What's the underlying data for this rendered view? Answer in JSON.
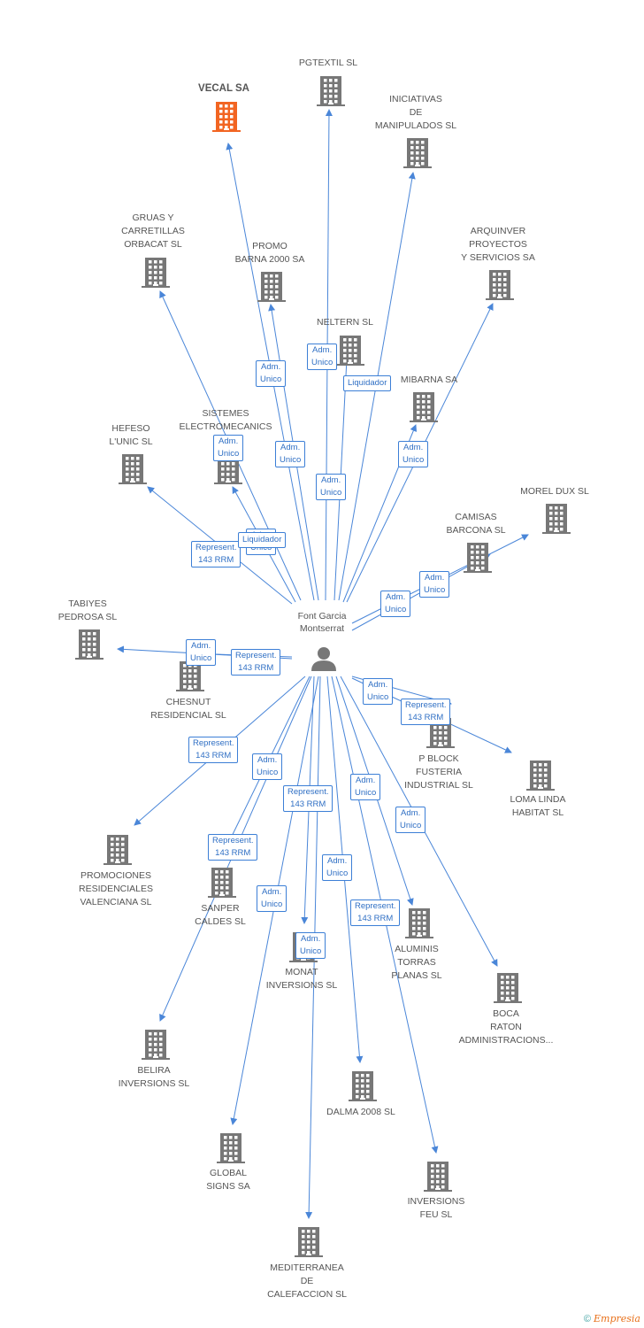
{
  "person": {
    "name": "Font Garcia\nMontserrat"
  },
  "colors": {
    "edge": "#4a86d8",
    "building": "#777777",
    "focus": "#f26522"
  },
  "companies": [
    {
      "id": "vecal",
      "label": "VECAL SA",
      "focus": true
    },
    {
      "id": "pgtextil",
      "label": "PGTEXTIL SL"
    },
    {
      "id": "iniciativas",
      "label": "INICIATIVAS\nDE\nMANIPULADOS SL"
    },
    {
      "id": "gruas",
      "label": "GRUAS Y\nCARRETILLAS\nORBACAT SL"
    },
    {
      "id": "promo",
      "label": "PROMO\nBARNA 2000 SA"
    },
    {
      "id": "arquinver",
      "label": "ARQUINVER\nPROYECTOS\nY SERVICIOS SA"
    },
    {
      "id": "neltern",
      "label": "NELTERN SL"
    },
    {
      "id": "mibarna",
      "label": "MIBARNA SA"
    },
    {
      "id": "sistemes",
      "label": "SISTEMES\nELECTROMECANICS"
    },
    {
      "id": "hefeso",
      "label": "HEFESO\nL'UNIC SL"
    },
    {
      "id": "moreldux",
      "label": "MOREL DUX SL"
    },
    {
      "id": "camisas",
      "label": "CAMISAS\nBARCONA SL"
    },
    {
      "id": "tabiyes",
      "label": "TABIYES\nPEDROSA SL"
    },
    {
      "id": "chesnut",
      "label": "CHESNUT\nRESIDENCIAL SL"
    },
    {
      "id": "pblock",
      "label": "P BLOCK\nFUSTERIA\nINDUSTRIAL SL"
    },
    {
      "id": "lomalinda",
      "label": "LOMA LINDA\nHABITAT SL"
    },
    {
      "id": "promociones",
      "label": "PROMOCIONES\nRESIDENCIALES\nVALENCIANA SL"
    },
    {
      "id": "sanper",
      "label": "SANPER\nCALDES SL"
    },
    {
      "id": "monat",
      "label": "MONAT\nINVERSIONS SL"
    },
    {
      "id": "aluminis",
      "label": "ALUMINIS\nTORRAS\nPLANAS SL"
    },
    {
      "id": "bocaraton",
      "label": "BOCA\nRATON\nADMINISTRACIONS..."
    },
    {
      "id": "belira",
      "label": "BELIRA\nINVERSIONS SL"
    },
    {
      "id": "dalma",
      "label": "DALMA 2008 SL"
    },
    {
      "id": "global",
      "label": "GLOBAL\nSIGNS SA"
    },
    {
      "id": "inversionsfeu",
      "label": "INVERSIONS\nFEU SL"
    },
    {
      "id": "mediterranea",
      "label": "MEDITERRANEA\nDE\nCALEFACCION SL"
    }
  ],
  "edge_labels": [
    {
      "to": "promo",
      "text": "Adm.\nUnico"
    },
    {
      "to": "neltern",
      "text": "Adm.\nUnico"
    },
    {
      "to": "neltern",
      "text": "Liquidador"
    },
    {
      "to": "sistemes",
      "text": "Adm.\nUnico"
    },
    {
      "to": "gruas",
      "text": "Adm.\nUnico"
    },
    {
      "to": "mibarna",
      "text": "Adm.\nUnico"
    },
    {
      "to": "pgtextil",
      "text": "Adm.\nUnico"
    },
    {
      "to": "iniciativas",
      "text": "Adm.\nUnico"
    },
    {
      "to": "hefeso",
      "text": "Represent.\n143 RRM"
    },
    {
      "to": "sistemes",
      "text": "Liquidador"
    },
    {
      "to": "moreldux",
      "text": "Adm.\nUnico"
    },
    {
      "to": "camisas",
      "text": "Adm.\nUnico"
    },
    {
      "to": "tabiyes",
      "text": "Adm.\nUnico"
    },
    {
      "to": "chesnut",
      "text": "Represent.\n143 RRM"
    },
    {
      "to": "lomalinda",
      "text": "Adm.\nUnico"
    },
    {
      "to": "pblock",
      "text": "Represent.\n143 RRM"
    },
    {
      "to": "promociones",
      "text": "Represent.\n143 RRM"
    },
    {
      "to": "sanper",
      "text": "Adm.\nUnico"
    },
    {
      "to": "monat",
      "text": "Represent.\n143 RRM"
    },
    {
      "to": "aluminis",
      "text": "Adm.\nUnico"
    },
    {
      "to": "bocaraton",
      "text": "Adm.\nUnico"
    },
    {
      "to": "belira",
      "text": "Represent.\n143 RRM"
    },
    {
      "to": "dalma",
      "text": "Adm.\nUnico"
    },
    {
      "to": "global",
      "text": "Adm.\nUnico"
    },
    {
      "to": "inversionsfeu",
      "text": "Represent.\n143 RRM"
    },
    {
      "to": "mediterranea",
      "text": "Adm.\nUnico"
    }
  ],
  "footer": {
    "copyright": "©",
    "brand": "Empresia"
  }
}
